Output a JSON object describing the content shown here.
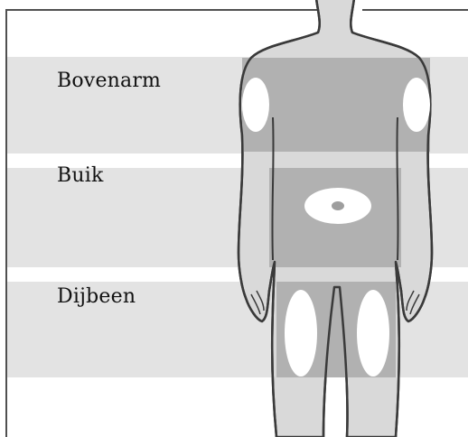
{
  "regions": [
    {
      "label": "Bovenarm",
      "id": "upper-arm"
    },
    {
      "label": "Buik",
      "id": "abdomen"
    },
    {
      "label": "Dijbeen",
      "id": "thigh"
    }
  ],
  "colors": {
    "band": "#e3e3e3",
    "skin": "#d9d9d9",
    "zone": "#b1b1b1",
    "outline": "#3a3a3a",
    "site": "#ffffff"
  }
}
